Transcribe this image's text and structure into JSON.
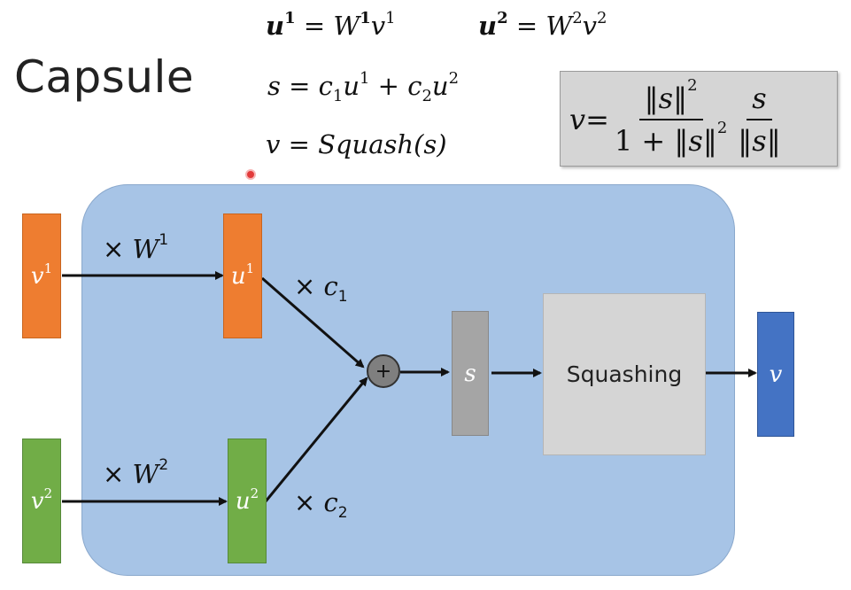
{
  "title": "Capsule",
  "equations": {
    "line1a": {
      "lhs": "u",
      "lhs_sup": "1",
      "eq": " = ",
      "w": "W",
      "w_sup": "1",
      "v": "v",
      "v_sup": "1"
    },
    "line1b": {
      "lhs": "u",
      "lhs_sup": "2",
      "eq": " = ",
      "w": "W",
      "w_sup": "2",
      "v": "v",
      "v_sup": "2"
    },
    "line2": {
      "s": "s = ",
      "c1": "c",
      "c1_sub": "1",
      "u1": "u",
      "u1_sup": "1",
      "plus": " + ",
      "c2": "c",
      "c2_sub": "2",
      "u2": "u",
      "u2_sup": "2"
    },
    "line3": "v = Squash(s)"
  },
  "formula": {
    "v": "v",
    "eq": " = ",
    "num_left": "‖s‖",
    "num_left_sup": "2",
    "den_left_prefix": "1 + ",
    "den_left": "‖s‖",
    "den_left_sup": "2",
    "num_right": "s",
    "den_right": "‖s‖"
  },
  "diagram": {
    "v1": {
      "base": "v",
      "sup": "1"
    },
    "v2": {
      "base": "v",
      "sup": "2"
    },
    "u1": {
      "base": "u",
      "sup": "1"
    },
    "u2": {
      "base": "u",
      "sup": "2"
    },
    "s": "s",
    "out": "v",
    "squashing": "Squashing",
    "sum_symbol": "+",
    "w1_label": {
      "times": "× ",
      "w": "W",
      "sup": "1"
    },
    "w2_label": {
      "times": "× ",
      "w": "W",
      "sup": "2"
    },
    "c1_label": {
      "times": "× ",
      "c": "c",
      "sub": "1"
    },
    "c2_label": {
      "times": "× ",
      "c": "c",
      "sub": "2"
    }
  },
  "colors": {
    "panel": "#a7c4e6",
    "orange": "#ee7d30",
    "green": "#71ad47",
    "gray": "#a5a5a5",
    "blue": "#4473c4"
  }
}
